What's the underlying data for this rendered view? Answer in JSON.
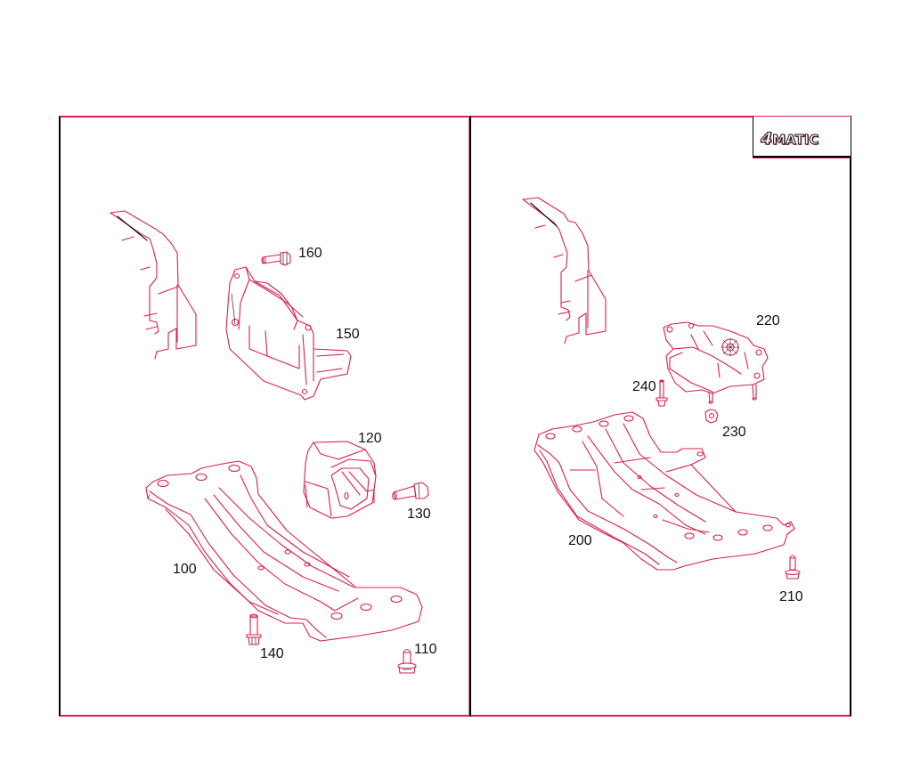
{
  "diagram": {
    "type": "exploded-parts-diagram",
    "colors": {
      "line": "#d8204a",
      "outline": "#000000",
      "text": "#111111",
      "background": "#ffffff"
    },
    "badge": {
      "four": "4",
      "matic": "MATIC"
    },
    "panels": [
      {
        "id": "left",
        "parts": [
          {
            "label": "160",
            "name": "bolt"
          },
          {
            "label": "150",
            "name": "bracket"
          },
          {
            "label": "120",
            "name": "engine-mount"
          },
          {
            "label": "130",
            "name": "bolt"
          },
          {
            "label": "100",
            "name": "crossmember"
          },
          {
            "label": "140",
            "name": "bolt"
          },
          {
            "label": "110",
            "name": "bolt"
          }
        ]
      },
      {
        "id": "right",
        "parts": [
          {
            "label": "220",
            "name": "mount"
          },
          {
            "label": "240",
            "name": "bolt"
          },
          {
            "label": "230",
            "name": "nut"
          },
          {
            "label": "200",
            "name": "crossmember"
          },
          {
            "label": "210",
            "name": "bolt"
          }
        ]
      }
    ]
  }
}
